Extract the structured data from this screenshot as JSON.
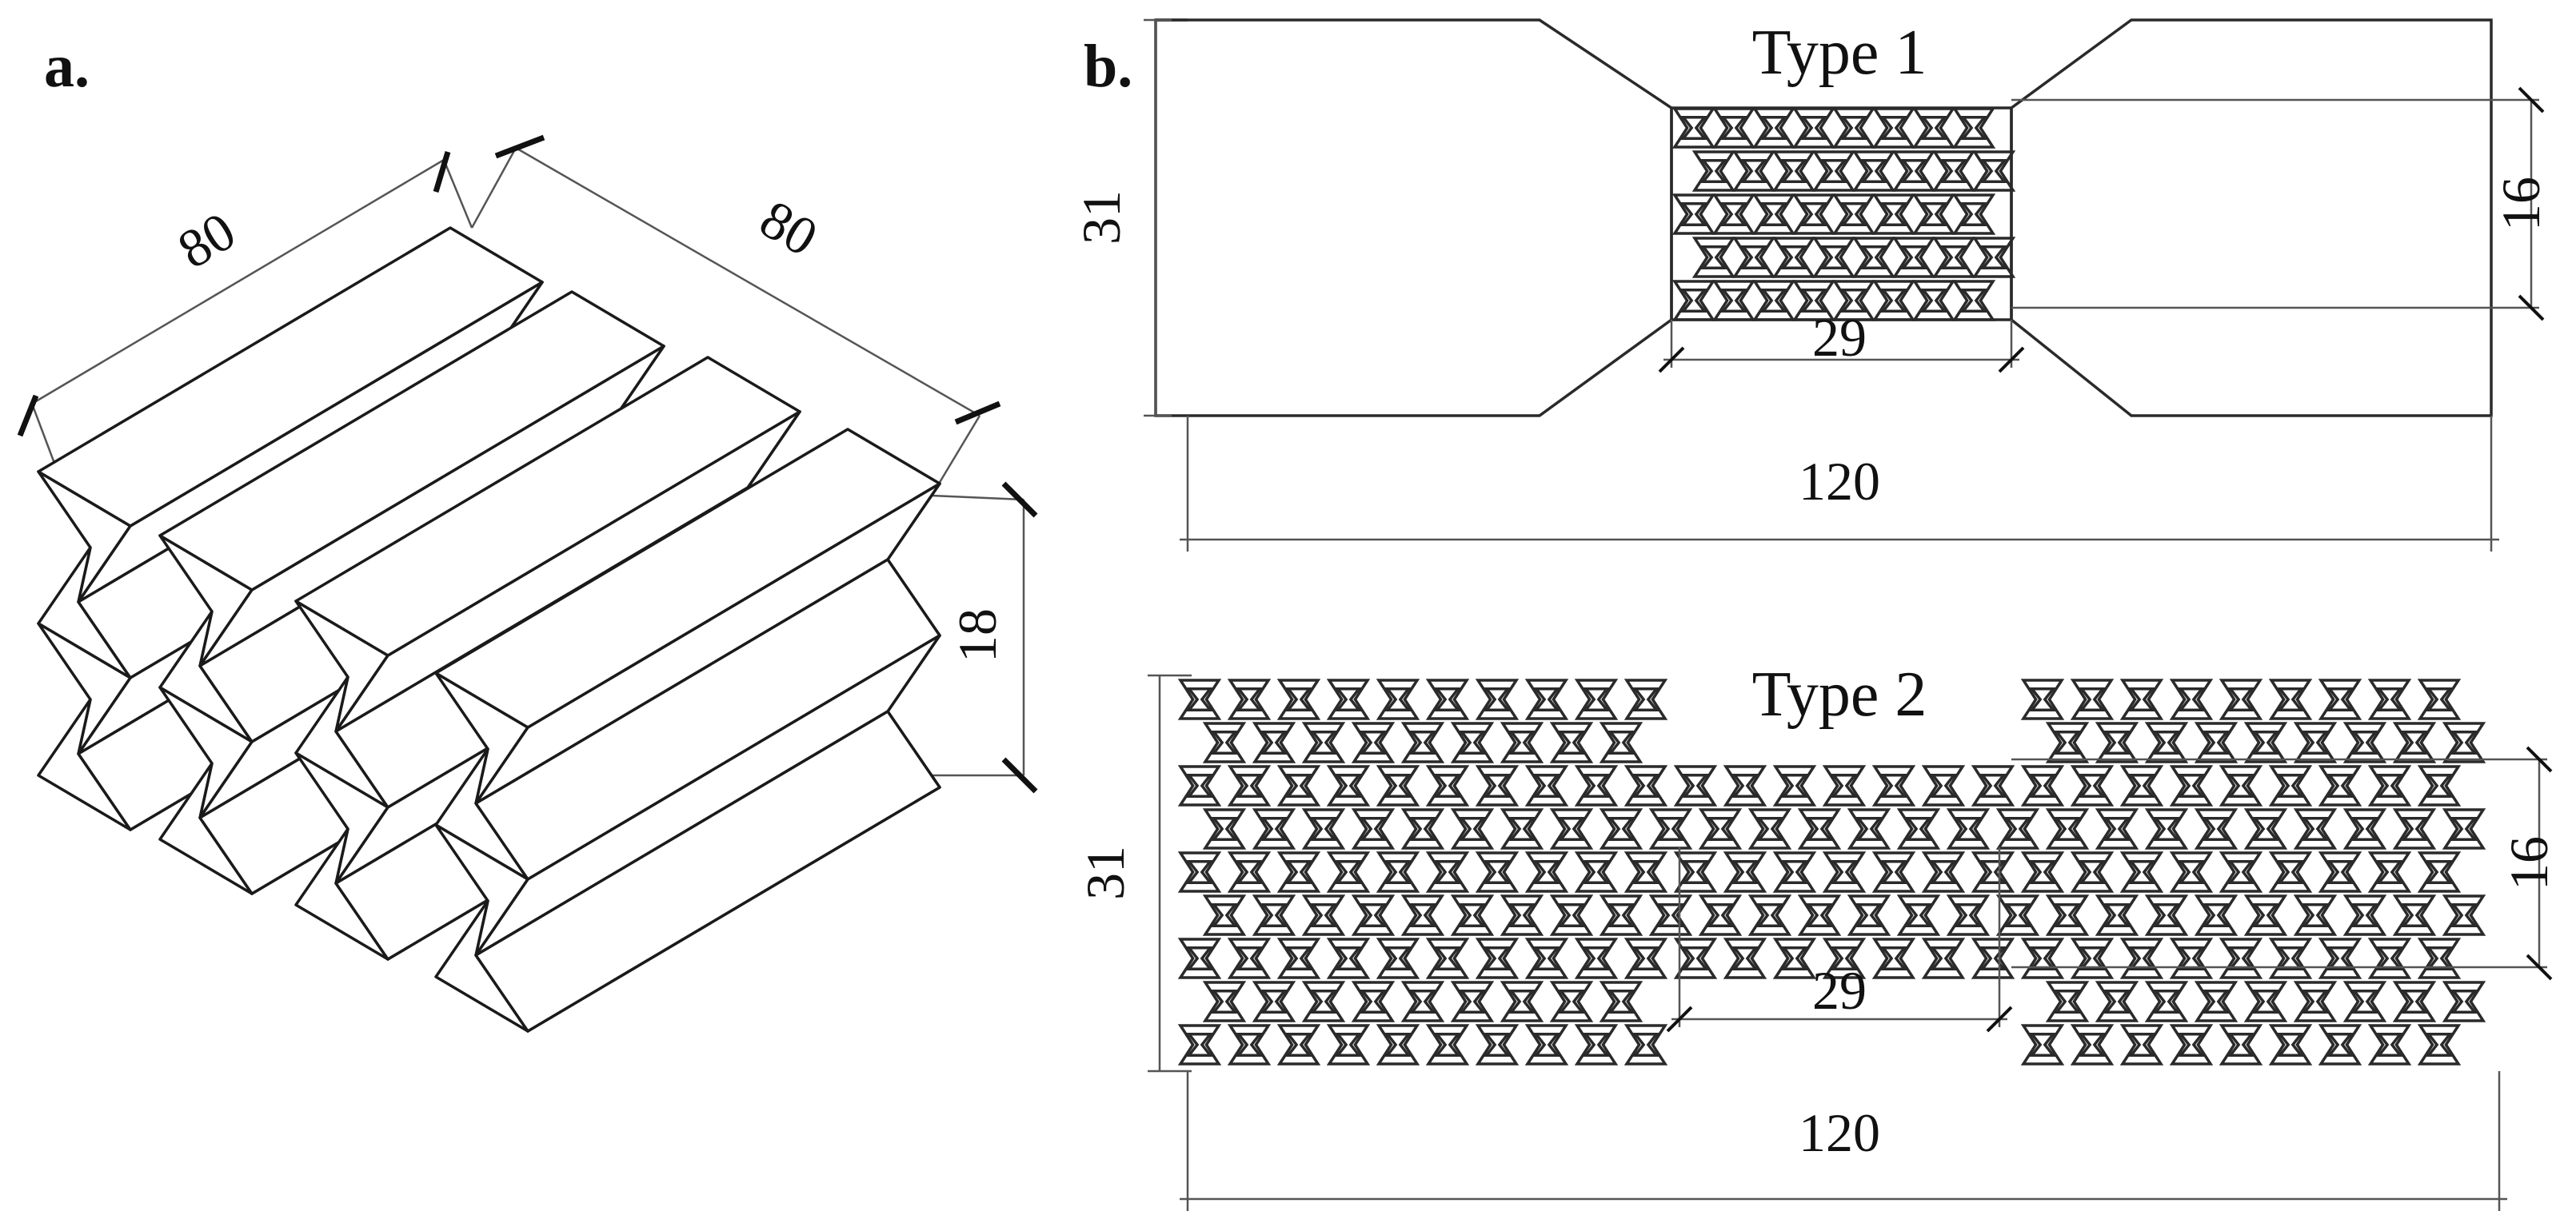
{
  "panel_a": {
    "label": "a.",
    "dims": {
      "length": "80",
      "width": "80",
      "height": "18"
    }
  },
  "panel_b": {
    "label": "b.",
    "type1": {
      "title": "Type 1",
      "total_width": "31",
      "neck_width": "16",
      "neck_length": "29",
      "total_length": "120"
    },
    "type2": {
      "title": "Type 2",
      "total_width": "31",
      "neck_width": "16",
      "neck_length": "29",
      "total_length": "120"
    }
  }
}
